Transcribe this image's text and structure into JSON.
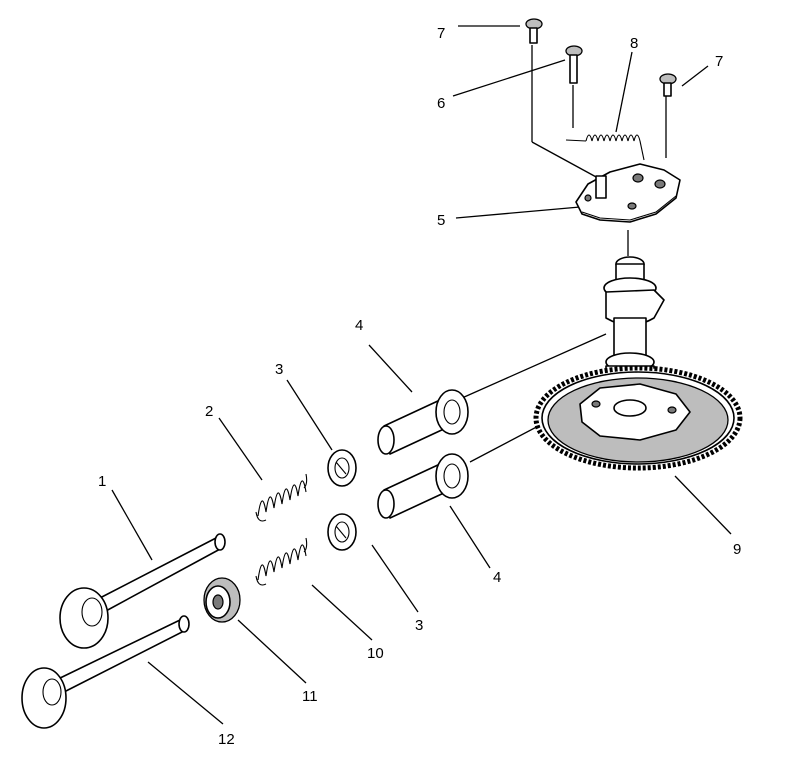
{
  "callouts": [
    {
      "id": "l7a",
      "text": "7"
    },
    {
      "id": "l6",
      "text": "6"
    },
    {
      "id": "l8",
      "text": "8"
    },
    {
      "id": "l7b",
      "text": "7"
    },
    {
      "id": "l5",
      "text": "5"
    },
    {
      "id": "l4a",
      "text": "4"
    },
    {
      "id": "l3a",
      "text": "3"
    },
    {
      "id": "l2",
      "text": "2"
    },
    {
      "id": "l1",
      "text": "1"
    },
    {
      "id": "l4b",
      "text": "4"
    },
    {
      "id": "l9",
      "text": "9"
    },
    {
      "id": "l3b",
      "text": "3"
    },
    {
      "id": "l10",
      "text": "10"
    },
    {
      "id": "l11",
      "text": "11"
    },
    {
      "id": "l12",
      "text": "12"
    }
  ]
}
